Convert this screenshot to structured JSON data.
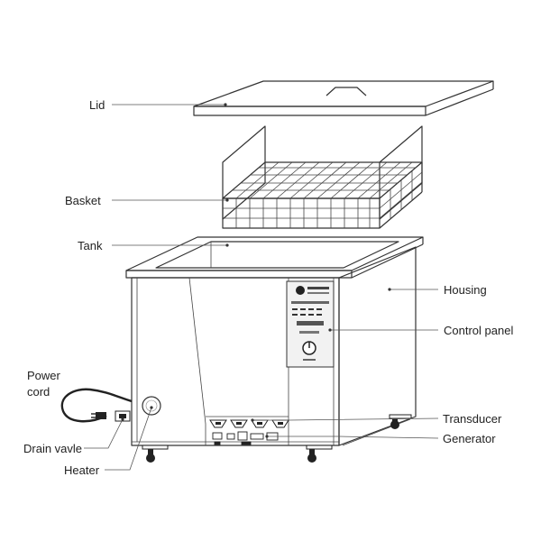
{
  "labels": {
    "lid": "Lid",
    "basket": "Basket",
    "tank": "Tank",
    "housing": "Housing",
    "control_panel": "Control panel",
    "power_cord": "Power\ncord",
    "transducer": "Transducer",
    "generator": "Generator",
    "drain_valve": "Drain vavle",
    "heater": "Heater"
  },
  "colors": {
    "line": "#333333",
    "panel_fill": "#f2f2f2",
    "dark": "#222222"
  },
  "icons": [
    "brand-logo-icon",
    "temperature-knob-icon"
  ]
}
